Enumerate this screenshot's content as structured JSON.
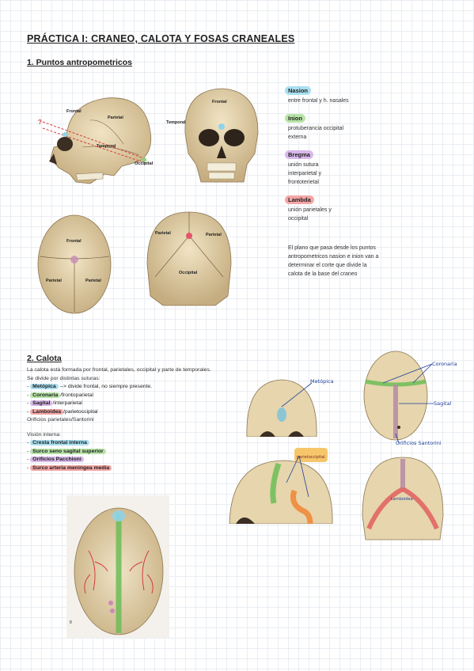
{
  "title": "PRÁCTICA I: CRANEO, CALOTA Y FOSAS CRANEALES",
  "section1": {
    "heading": "1. Puntos antropometricos",
    "points": [
      {
        "name": "Nasion",
        "desc": [
          "entre frontal y h. nasales"
        ],
        "color": "#a9dff0"
      },
      {
        "name": "Inion",
        "desc": [
          "protuberancia occipital",
          "externa"
        ],
        "color": "#b7e4a7"
      },
      {
        "name": "Bregma",
        "desc": [
          "unión sutura",
          "interparietal y",
          "frontoterietal"
        ],
        "color": "#d9b8ea"
      },
      {
        "name": "Lambda",
        "desc": [
          "unión parietales y",
          "occipital"
        ],
        "color": "#f3a6a6"
      }
    ],
    "plane_note": [
      "El plano que pasa desde los puntos",
      "antropometricos nasion e inion van a",
      "determinar el corte que divide la",
      "calota de la base del craneo"
    ],
    "lateral_labels": {
      "frontal": "Frontal",
      "parietal": "Parietal",
      "temporal": "Temporal",
      "occipital": "Occipital",
      "question": "?"
    },
    "frontal_view_labels": {
      "frontal": "Frontal",
      "temporal": "Temporal"
    },
    "top_view_labels": {
      "frontal": "Frontal",
      "parietal_left": "Parietal",
      "parietal_right": "Parietal"
    },
    "back_view_labels": {
      "parietal_left": "Parietal",
      "parietal_right": "Parietal",
      "occipital": "Occipital"
    }
  },
  "section2": {
    "heading": "2. Calota",
    "intro": [
      "La calota está formada por frontal, parietales, occipital y parte de temporales.",
      "Se divide por distintas suturas:"
    ],
    "sutures": [
      {
        "term": "Metópica",
        "rest": " --> divide frontal, no siempre presente.",
        "color": "#a9dff0"
      },
      {
        "term": "Coronaria",
        "rest": "/frontoparietal",
        "color": "#b7e4a7"
      },
      {
        "term": "Sagital",
        "rest": "/interparietal",
        "color": "#d9b8ea"
      },
      {
        "term": "Lamboidea",
        "rest": "/parietoccipital",
        "color": "#f3a6a6"
      }
    ],
    "orificios": "Orificios parietales/Santorini",
    "interior_heading": "Visión interna:",
    "interior": [
      {
        "term": "Cresta frontal interna",
        "color": "#a9dff0"
      },
      {
        "term": "Surco seno sagital superior",
        "color": "#b7e4a7"
      },
      {
        "term": "Orificios Pacchioni",
        "color": "#d9b8ea"
      },
      {
        "term": "Surco arteria meningea media",
        "color": "#f3a6a6"
      }
    ],
    "annotations": {
      "metopica": "Metópica",
      "coronaria": "Coronaria",
      "sagital": "Sagital",
      "santorini": "Orificios Santorini",
      "lamboidea_tag": "Lamboidea",
      "parietoccipital_tag": "parietoccipital"
    }
  },
  "page_marker": "8"
}
